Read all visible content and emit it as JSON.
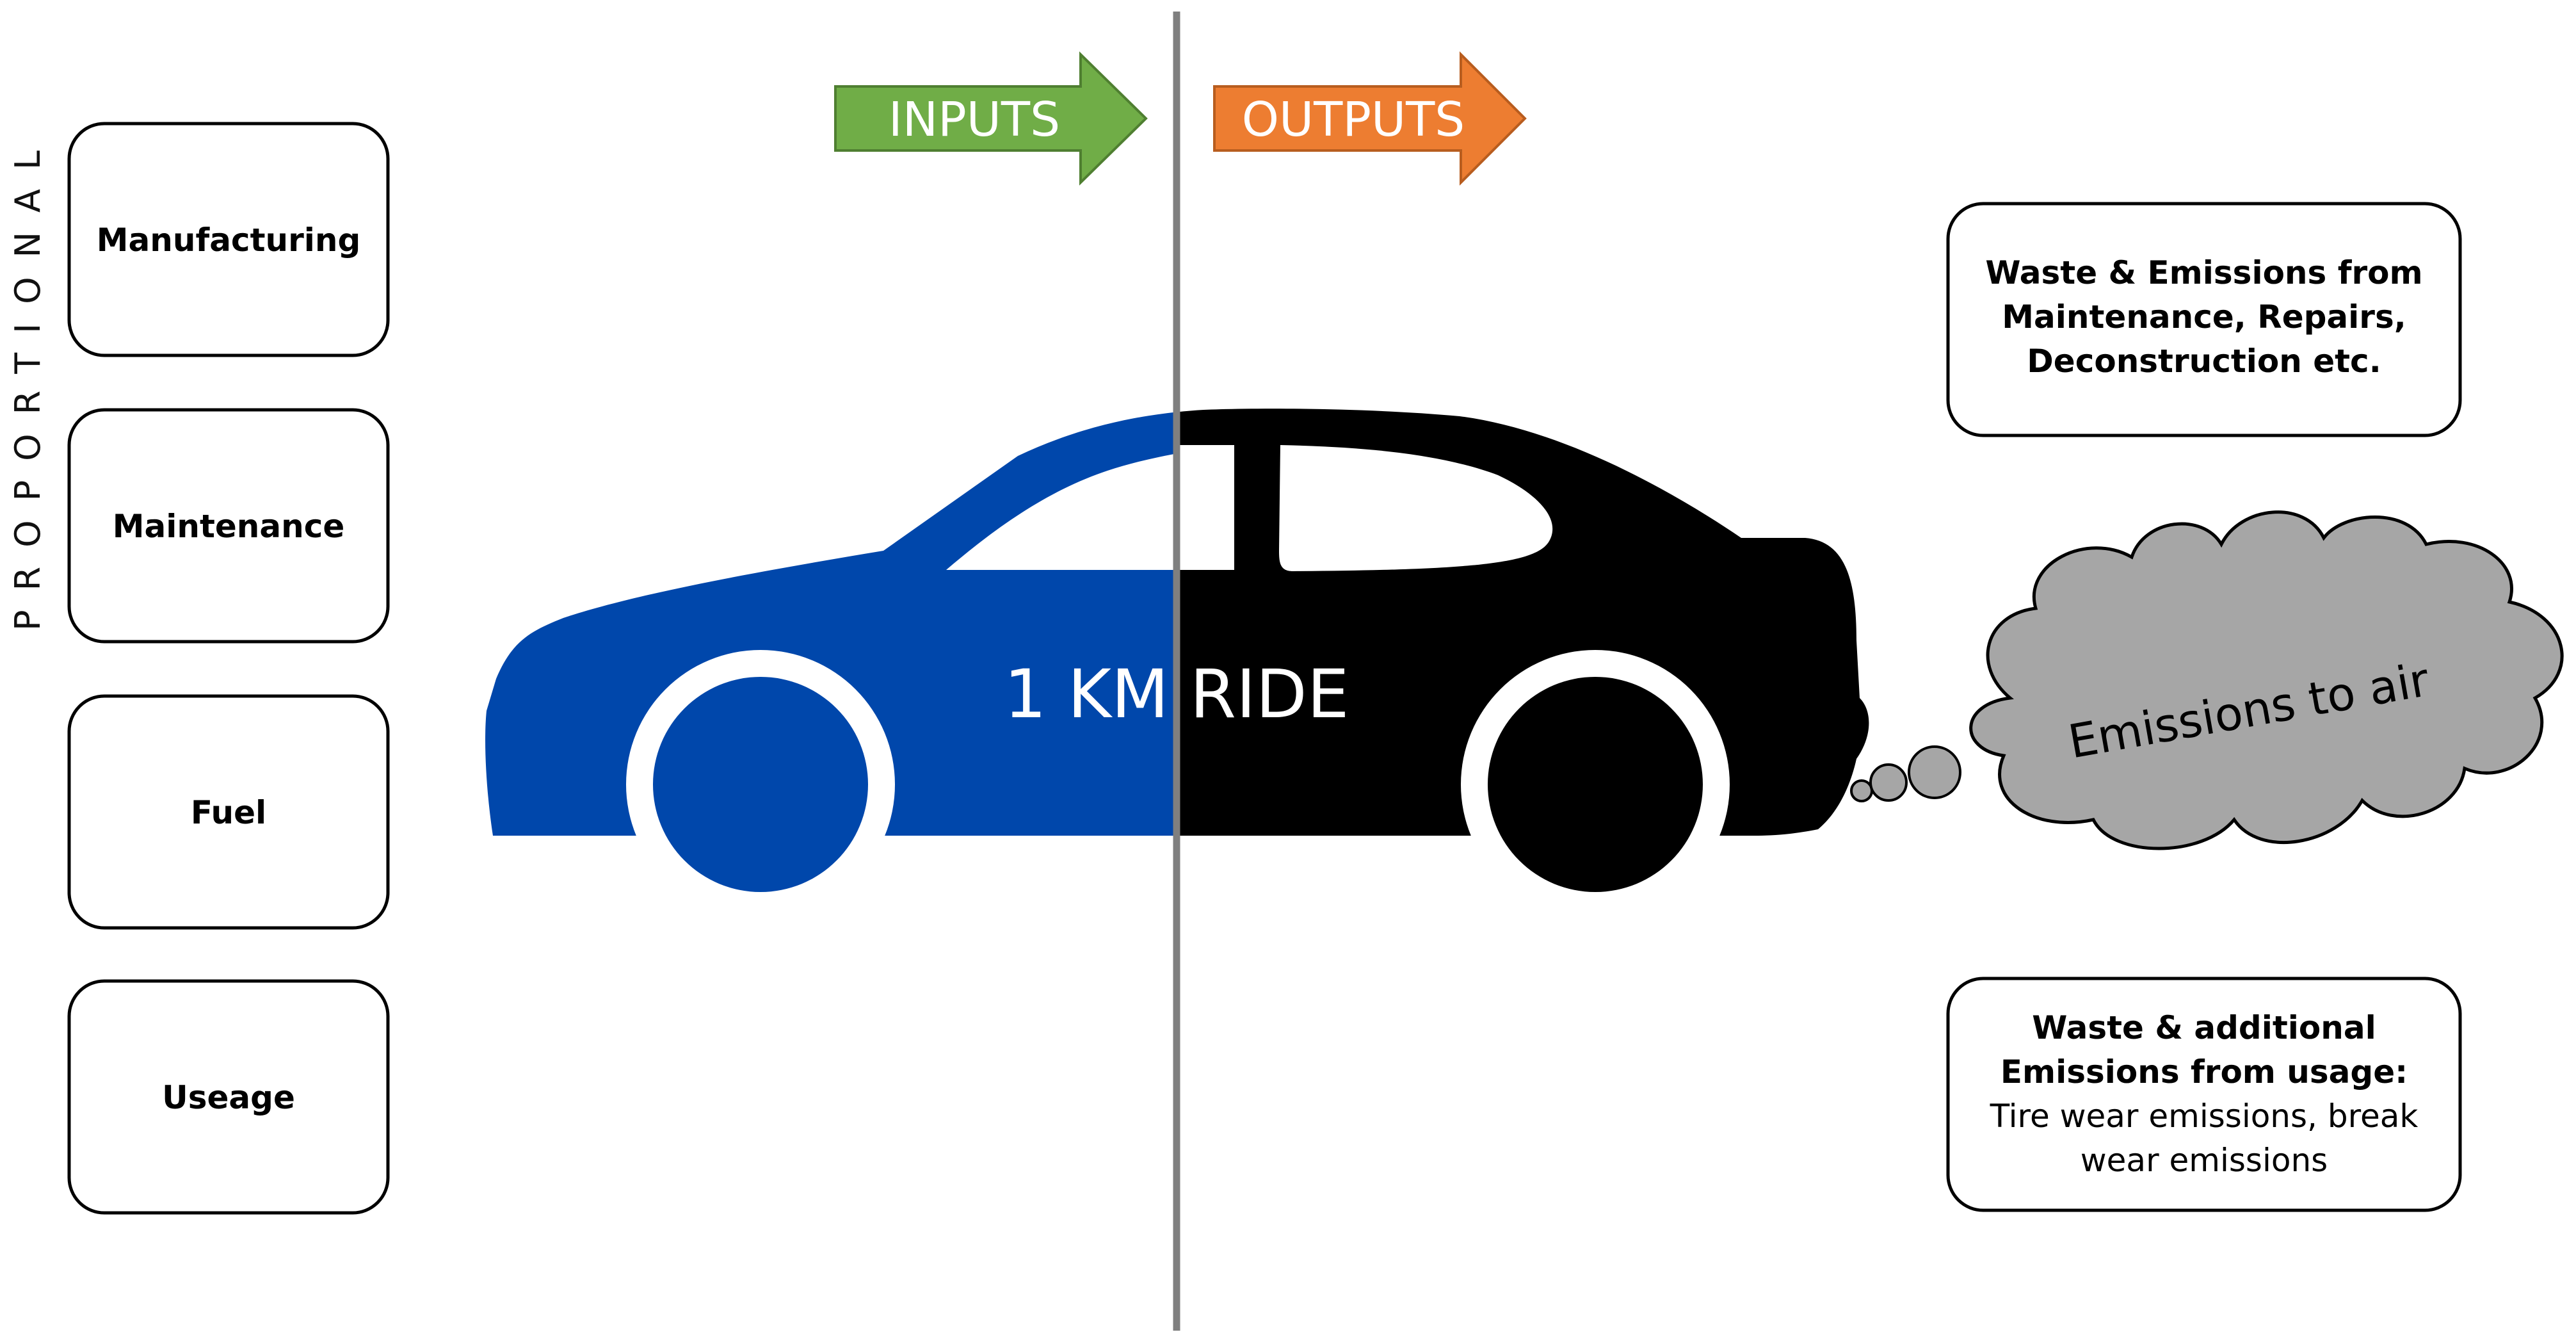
{
  "side_label": "PROPORTIONAL",
  "inputs": [
    {
      "label": "Manufacturing"
    },
    {
      "label": "Maintenance"
    },
    {
      "label": "Fuel"
    },
    {
      "label": "Useage"
    }
  ],
  "arrows": {
    "inputs_label": "INPUTS",
    "outputs_label": "OUTPUTS",
    "inputs_color": "#70ad47",
    "outputs_color": "#ed7d31"
  },
  "car": {
    "center_label": "1 KM RIDE",
    "input_half_color": "#0047ab",
    "output_half_color": "#000000"
  },
  "cloud": {
    "label": "Emissions to air",
    "color": "#a6a6a6"
  },
  "outputs": {
    "top": {
      "lines": [
        "Waste & Emissions from",
        "Maintenance, Repairs,",
        "Deconstruction etc."
      ]
    },
    "bottom": {
      "bold_lines": [
        "Waste & additional",
        "Emissions from usage:"
      ],
      "lines": [
        "Tire wear emissions, break",
        "wear emissions"
      ]
    }
  }
}
